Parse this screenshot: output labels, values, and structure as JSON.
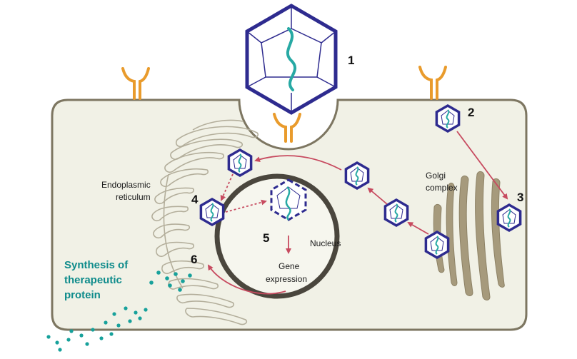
{
  "labels": {
    "step1": "1",
    "step2": "2",
    "step3": "3",
    "step4": "4",
    "step5": "5",
    "step6": "6",
    "er_line1": "Endoplasmic",
    "er_line2": "reticulum",
    "golgi_line1": "Golgi",
    "golgi_line2": "complex",
    "nucleus": "Nucleus",
    "gene_line1": "Gene",
    "gene_line2": "expression",
    "synth_line1": "Synthesis of",
    "synth_line2": "therapeutic",
    "synth_line3": "protein"
  },
  "colors": {
    "cell_fill": "#f1f1e6",
    "cell_stroke": "#7d7661",
    "receptor": "#e99b2c",
    "capsid": "#2e2b8f",
    "dna": "#27a9a4",
    "arrow": "#c74a5f",
    "nucleus_ring": "#4a463d",
    "golgi": "#a69a7c",
    "protein_dots": "#17a19b"
  }
}
